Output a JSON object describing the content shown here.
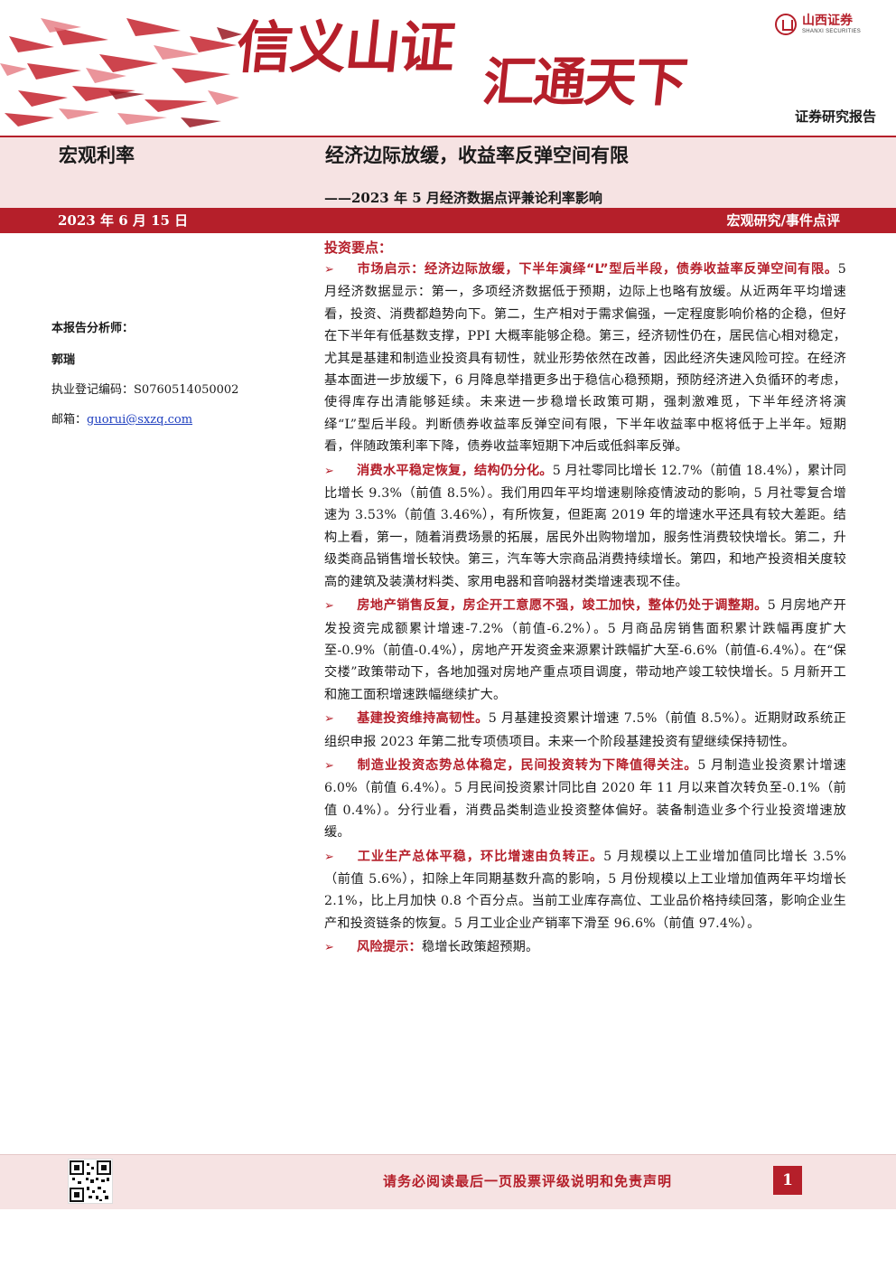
{
  "header": {
    "slogan_left": "信义山证",
    "slogan_right": "汇通天下",
    "logo_name": "山西证券",
    "logo_en": "SHANXI SECURITIES",
    "report_type": "证券研究报告"
  },
  "title_band": {
    "category": "宏观利率",
    "main_title": "经济边际放缓，收益率反弹空间有限",
    "sub_title": "——2023 年 5 月经济数据点评兼论利率影响"
  },
  "date_band": {
    "date": "2023 年 6 月 15 日",
    "section": "宏观研究/事件点评"
  },
  "analyst": {
    "heading": "本报告分析师：",
    "name": "郭瑞",
    "license_label": "执业登记编码：",
    "license": "S0760514050002",
    "email_label": "邮箱：",
    "email": "guorui@sxzq.com"
  },
  "content": {
    "section_head": "投资要点：",
    "bullets": [
      {
        "head": "市场启示：经济边际放缓，下半年演绎“L”型后半段，债券收益率反弹空间有限。",
        "body": "5 月经济数据显示：第一，多项经济数据低于预期，边际上也略有放缓。从近两年平均增速看，投资、消费都趋势向下。第二，生产相对于需求偏强，一定程度影响价格的企稳，但好在下半年有低基数支撑，PPI 大概率能够企稳。第三，经济韧性仍在，居民信心相对稳定，尤其是基建和制造业投资具有韧性，就业形势依然在改善，因此经济失速风险可控。在经济基本面进一步放缓下，6 月降息举措更多出于稳信心稳预期，预防经济进入负循环的考虑，使得库存出清能够延续。未来进一步稳增长政策可期，强刺激难觅，下半年经济将演绎“L”型后半段。判断债券收益率反弹空间有限，下半年收益率中枢将低于上半年。短期看，伴随政策利率下降，债券收益率短期下冲后或低斜率反弹。"
      },
      {
        "head": "消费水平稳定恢复，结构仍分化。",
        "body": "5 月社零同比增长 12.7%（前值 18.4%），累计同比增长 9.3%（前值 8.5%）。我们用四年平均增速剔除疫情波动的影响，5 月社零复合增速为 3.53%（前值 3.46%），有所恢复，但距离 2019 年的增速水平还具有较大差距。结构上看，第一，随着消费场景的拓展，居民外出购物增加，服务性消费较快增长。第二，升级类商品销售增长较快。第三，汽车等大宗商品消费持续增长。第四，和地产投资相关度较高的建筑及装潢材料类、家用电器和音响器材类增速表现不佳。"
      },
      {
        "head": "房地产销售反复，房企开工意愿不强，竣工加快，整体仍处于调整期。",
        "body": "5 月房地产开发投资完成额累计增速-7.2%（前值-6.2%）。5 月商品房销售面积累计跌幅再度扩大至-0.9%（前值-0.4%），房地产开发资金来源累计跌幅扩大至-6.6%（前值-6.4%）。在“保交楼”政策带动下，各地加强对房地产重点项目调度，带动地产竣工较快增长。5 月新开工和施工面积增速跌幅继续扩大。"
      },
      {
        "head": "基建投资维持高韧性。",
        "body": "5 月基建投资累计增速 7.5%（前值 8.5%）。近期财政系统正组织申报 2023 年第二批专项债项目。未来一个阶段基建投资有望继续保持韧性。"
      },
      {
        "head": "制造业投资态势总体稳定，民间投资转为下降值得关注。",
        "body": "5 月制造业投资累计增速 6.0%（前值 6.4%）。5 月民间投资累计同比自 2020 年 11 月以来首次转负至-0.1%（前值 0.4%）。分行业看，消费品类制造业投资整体偏好。装备制造业多个行业投资增速放缓。"
      },
      {
        "head": "工业生产总体平稳，环比增速由负转正。",
        "body": "5 月规模以上工业增加值同比增长 3.5%（前值 5.6%），扣除上年同期基数升高的影响，5 月份规模以上工业增加值两年平均增长 2.1%，比上月加快 0.8 个百分点。当前工业库存高位、工业品价格持续回落，影响企业生产和投资链条的恢复。5 月工业企业产销率下滑至 96.6%（前值 97.4%）。"
      },
      {
        "head": "风险提示：",
        "body": "稳增长政策超预期。"
      }
    ]
  },
  "footer": {
    "disclaimer": "请务必阅读最后一页股票评级说明和免责声明",
    "page_number": "1"
  },
  "colors": {
    "brand_red": "#b51f2a",
    "band_pink": "#f6e3e3"
  }
}
